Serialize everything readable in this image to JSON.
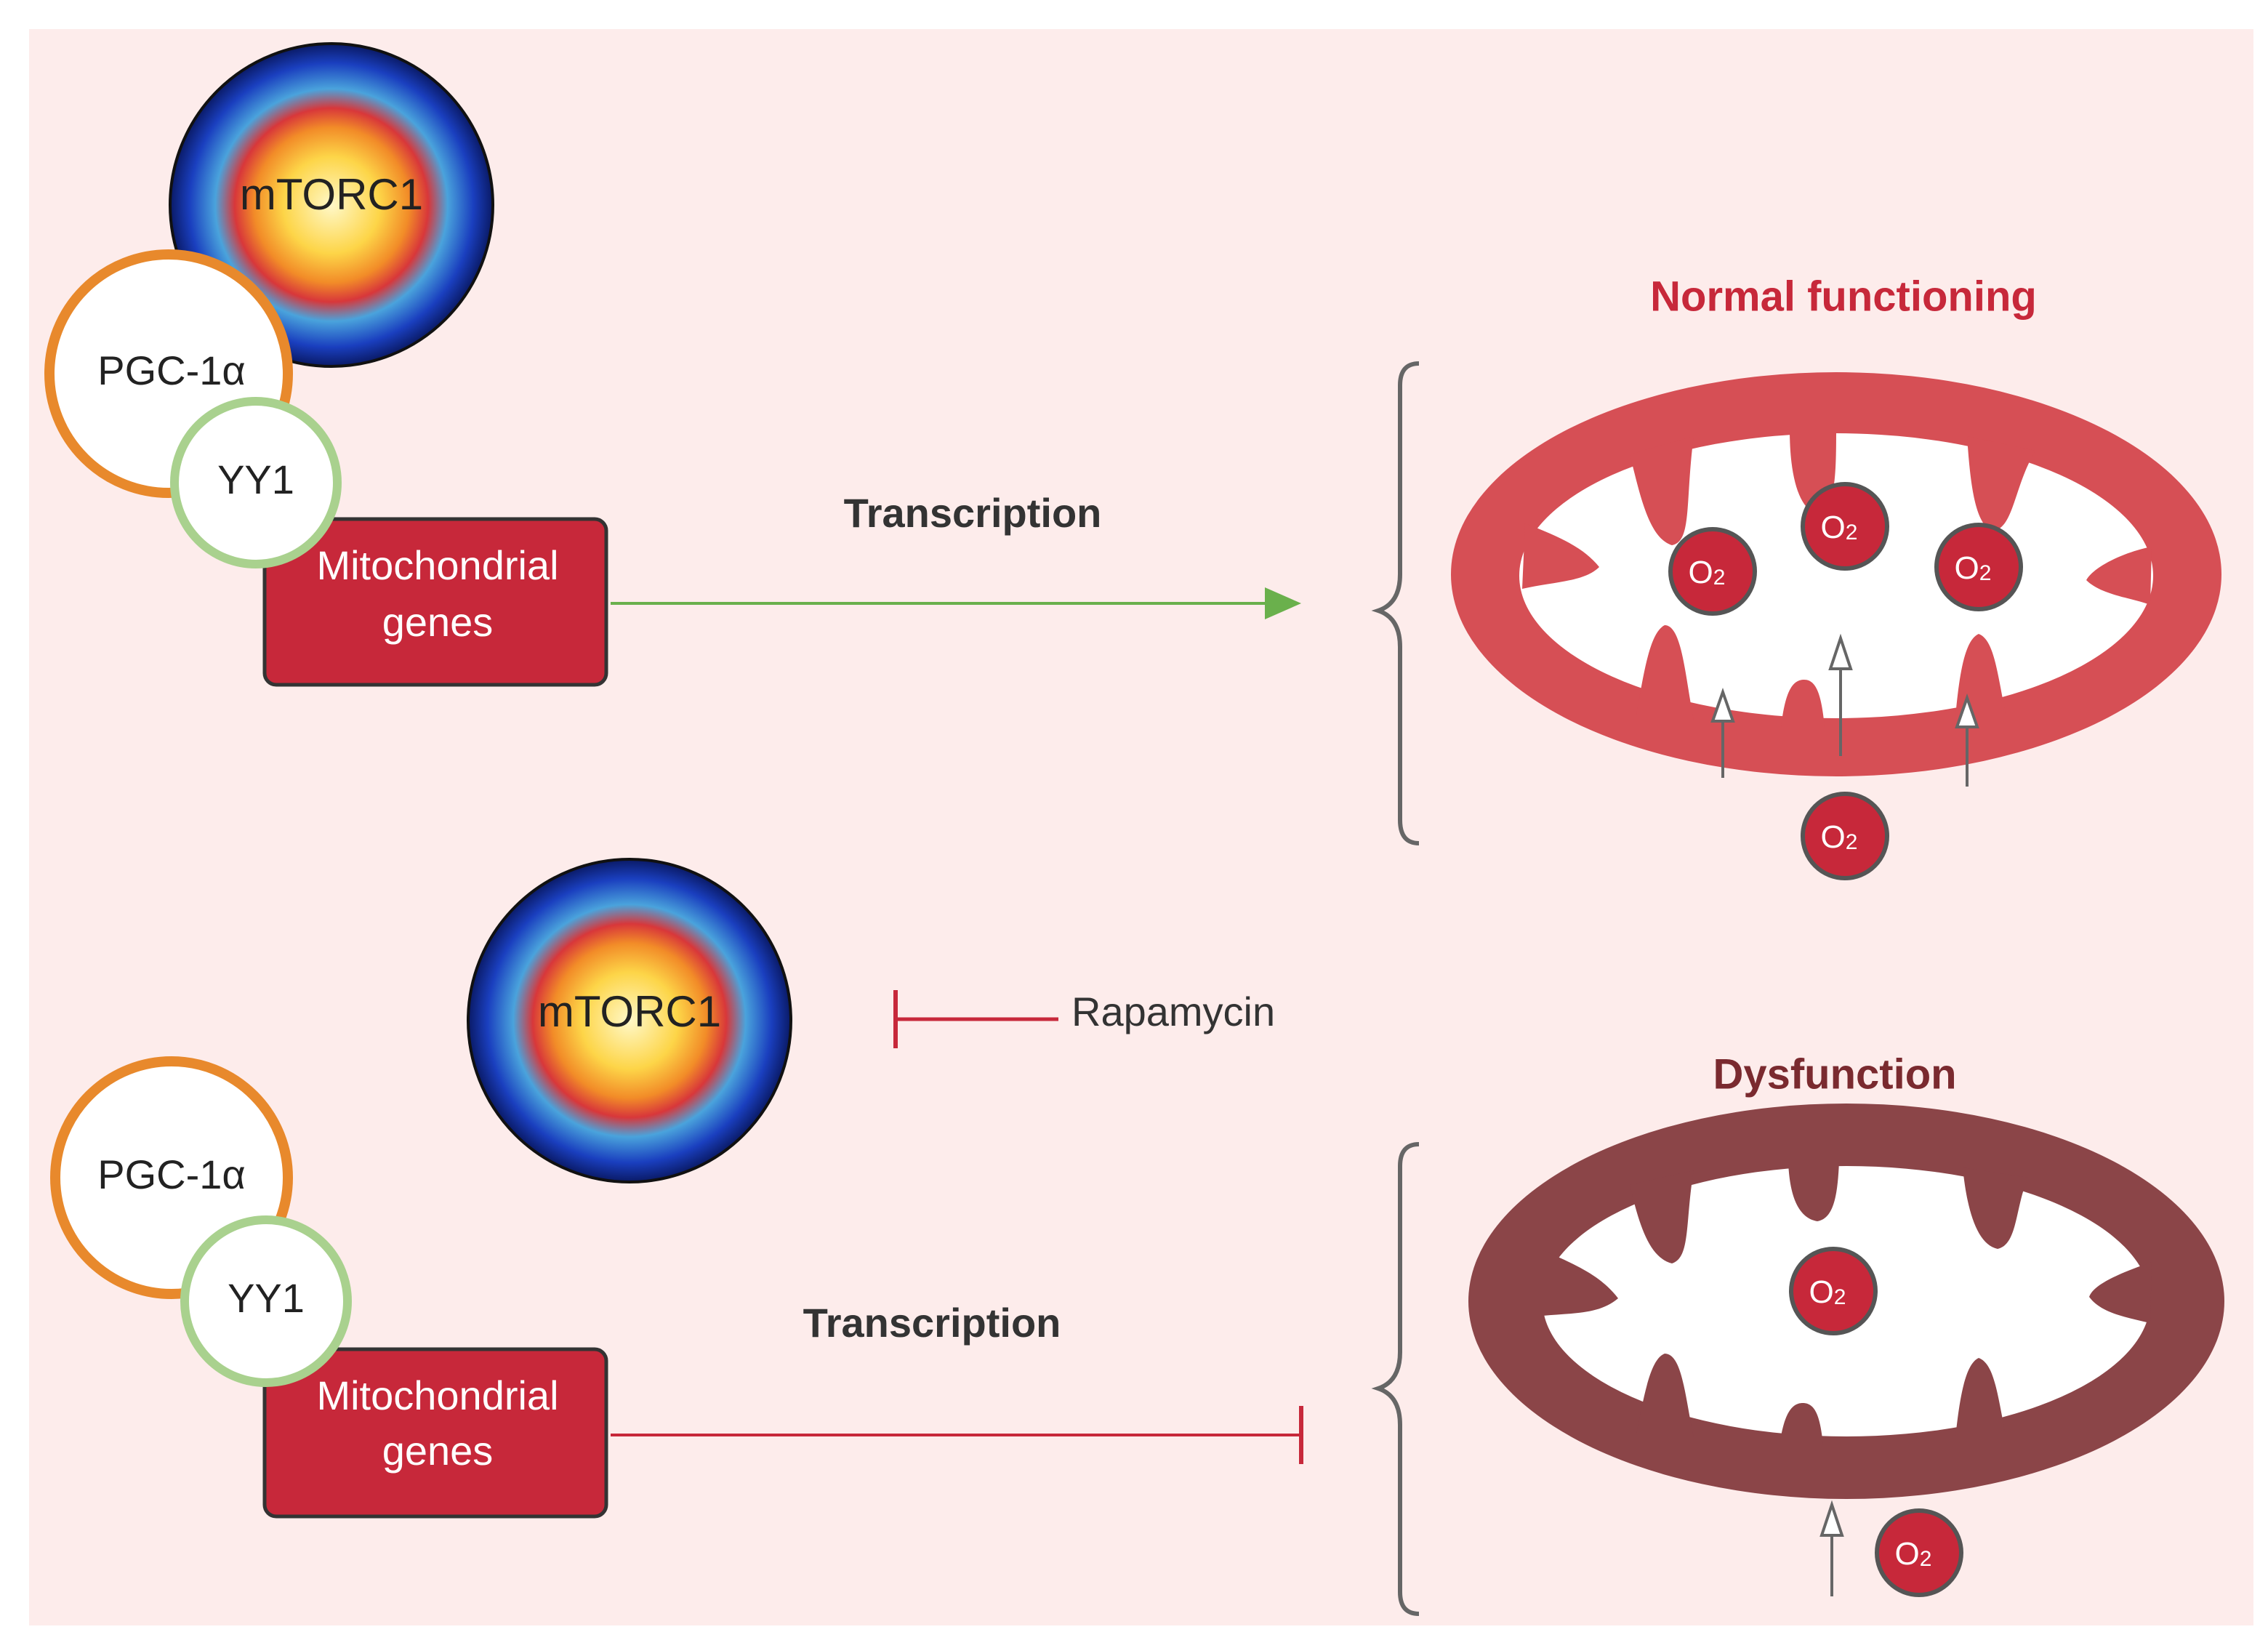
{
  "top": {
    "mtorc1": "mTORC1",
    "pgc": "PGC-1α",
    "yy1": "YY1",
    "genes_line1": "Mitochondrial",
    "genes_line2": "genes",
    "arrow_label": "Transcription",
    "state_title": "Normal functioning",
    "o2": "O",
    "o2_sub": "2"
  },
  "bottom": {
    "mtorc1": "mTORC1",
    "inhibitor": "Rapamycin",
    "pgc": "PGC-1α",
    "yy1": "YY1",
    "genes_line1": "Mitochondrial",
    "genes_line2": "genes",
    "arrow_label": "Transcription",
    "state_title": "Dysfunction",
    "o2": "O",
    "o2_sub": "2"
  },
  "colors": {
    "background": "#fdeceb",
    "normal_mito": "#d64f55",
    "dysfunction_mito": "#8b4548",
    "genes_box": "#c7283a",
    "pgc_ring": "#e8892c",
    "yy1_ring": "#a9d18e",
    "activation_arrow": "#6ab04c",
    "inhibition_line": "#c7283a",
    "normal_title": "#c7283a",
    "dysfunction_title": "#7a2a2f"
  }
}
